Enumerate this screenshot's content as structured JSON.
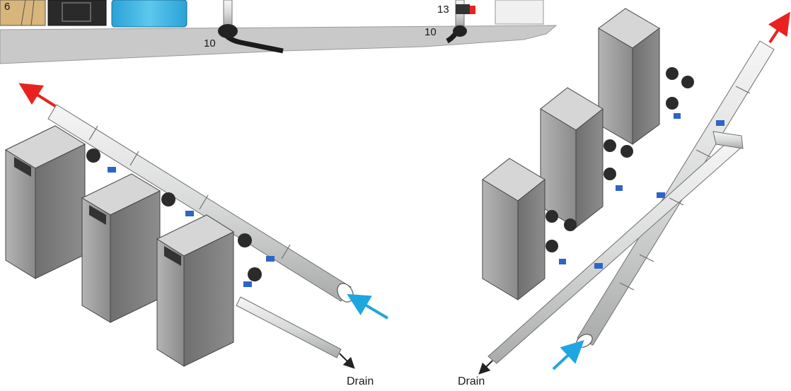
{
  "callouts": {
    "item_6": "6",
    "item_10_left": "10",
    "item_10_right": "10",
    "item_13": "13"
  },
  "labels": {
    "drain_left": "Drain",
    "drain_right": "Drain"
  },
  "colors": {
    "flow_out_arrow": "#e8231f",
    "flow_in_arrow": "#1fa6e0",
    "drain_arrow": "#222222",
    "valve_handle": "#2e64c8",
    "pipe": "#e2e3e3",
    "heater_body": "#9c9c9c",
    "heater_top": "#d6d6d6",
    "ground": "#c8c8c8",
    "tank": "#3db6e4"
  }
}
